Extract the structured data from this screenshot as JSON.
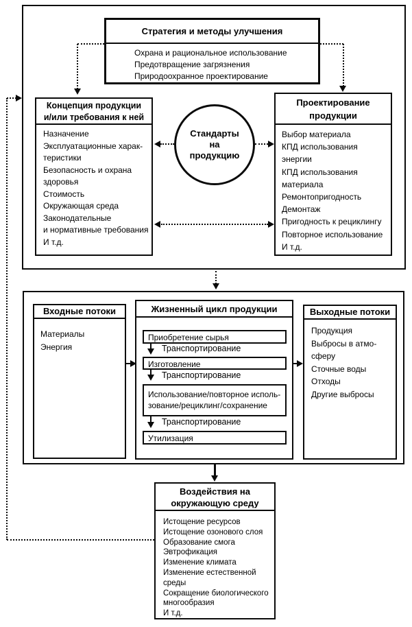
{
  "strategy": {
    "title": "Стратегия и методы улучшения",
    "items": [
      "Охрана и рациональное использование",
      "Предотвращение загрязнения",
      "Природоохранное проектирование"
    ]
  },
  "concept": {
    "title_lines": [
      "Концепция продукции",
      "и/или требования к ней"
    ],
    "items": [
      "Назначение",
      "Эксплуатационные харак-",
      "теристики",
      "Безопасность и охрана",
      "здоровья",
      "Стоимость",
      "Окружающая среда",
      "Законодательные",
      "и нормативные требования",
      "И т.д."
    ]
  },
  "standards_circle": {
    "lines": [
      "Стандарты",
      "на",
      "продукцию"
    ]
  },
  "design": {
    "title_lines": [
      "Проектирование",
      "продукции"
    ],
    "items": [
      "Выбор материала",
      "КПД использования",
      "энергии",
      "КПД использования",
      "материала",
      "Ремонтопригодность",
      "Демонтаж",
      "Пригодность к рециклингу",
      "Повторное использование",
      "И т.д."
    ]
  },
  "inputs": {
    "title": "Входные потоки",
    "items": [
      "Материалы",
      "Энергия"
    ]
  },
  "lifecycle": {
    "title": "Жизненный цикл продукции",
    "transport_label": "Транспортирование",
    "stages": [
      {
        "lines": [
          "Приобретение сырья"
        ]
      },
      {
        "lines": [
          "Изготовление"
        ]
      },
      {
        "lines": [
          "Использование/повторное исполь-",
          "зование/рециклинг/сохранение"
        ]
      },
      {
        "lines": [
          "Утилизация"
        ]
      }
    ]
  },
  "outputs": {
    "title": "Выходные потоки",
    "items": [
      "Продукция",
      "Выбросы в атмо-",
      "сферу",
      "Сточные воды",
      "Отходы",
      "Другие выбросы"
    ]
  },
  "impacts": {
    "title_lines": [
      "Воздействия на",
      "окружающую среду"
    ],
    "items": [
      "Истощение ресурсов",
      "Истощение озонового слоя",
      "Образование смога",
      "Эвтрофикация",
      "Изменение климата",
      "Изменение естественной",
      "среды",
      "Сокращение биологического",
      "многообразия",
      "И т.д."
    ]
  },
  "colors": {
    "line": "#0a0a0a",
    "background": "#ffffff"
  }
}
